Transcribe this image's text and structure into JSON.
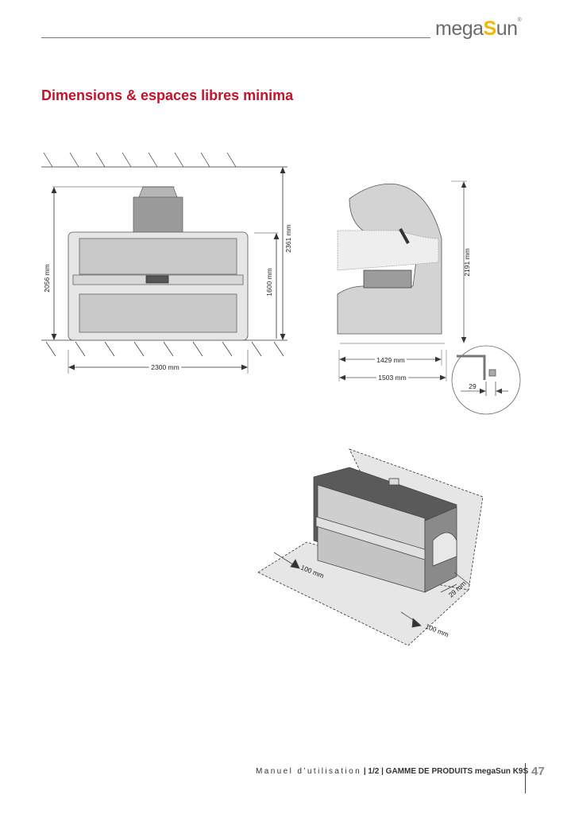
{
  "header": {
    "logo": {
      "part1": "mega",
      "part2": "S",
      "part3": "un",
      "reg": "®"
    }
  },
  "title": "Dimensions & espaces libres minima",
  "front_view": {
    "height_total": "2056 mm",
    "height_ceiling": "2361 mm",
    "height_canopy": "1600 mm",
    "width": "2300 mm"
  },
  "side_view": {
    "height": "2191 mm",
    "depth_inner": "1429 mm",
    "depth_outer": "1503 mm",
    "detail_gap": "29"
  },
  "iso_view": {
    "clear_left": "100 mm",
    "clear_back": "29 mm",
    "clear_right": "100 mm"
  },
  "footer": {
    "manual": "Manuel d’utilisation",
    "section": " | 1/2 | GAMME DE PRODUITS megaSun K9S",
    "page": "47"
  }
}
